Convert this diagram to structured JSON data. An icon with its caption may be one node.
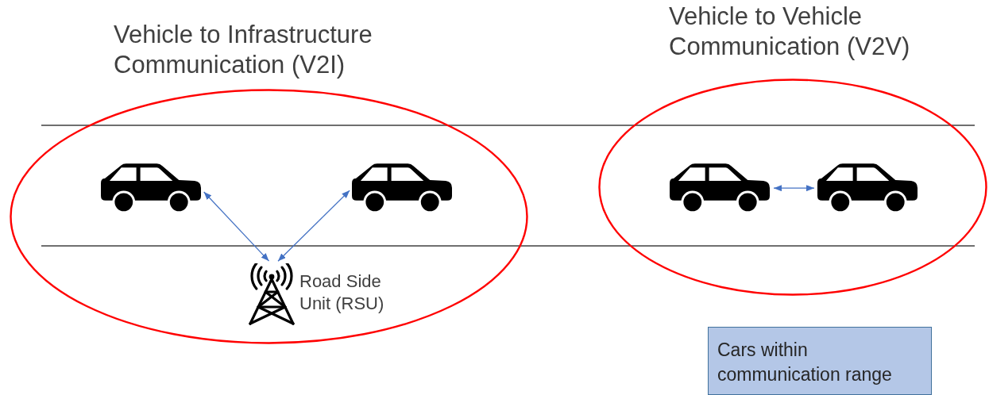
{
  "diagram": {
    "nodes": [
      {
        "text": [
          "Vehicle to Infrastructure Communication (V2I)"
        ]
      },
      {
        "text": [],
        "shape": "picture",
        "in": 0
      },
      {
        "text": [],
        "shape": "picture",
        "in": 0
      },
      {
        "text": [],
        "shape": "picture",
        "in": 0,
        "beside": [
          "Road Side Unit (RSU)"
        ]
      },
      {
        "text": [
          "Vehicle to Vehicle Communication (V2V)"
        ]
      },
      {
        "text": [],
        "shape": "picture",
        "in": 4
      },
      {
        "text": [],
        "shape": "picture",
        "in": 4
      },
      {
        "text": [
          "Cars within communication range"
        ]
      }
    ],
    "edges": [
      {
        "from": 1,
        "to": 3,
        "arrow": "both"
      },
      {
        "from": 2,
        "to": 3,
        "arrow": "both"
      },
      {
        "from": 5,
        "to": 6,
        "arrow": "both"
      }
    ]
  }
}
